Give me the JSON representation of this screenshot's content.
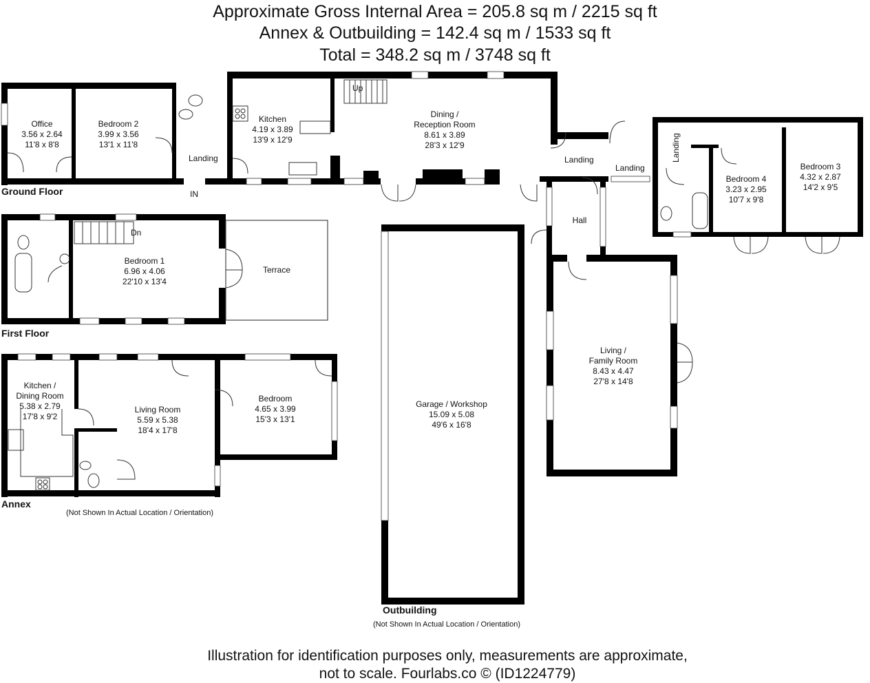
{
  "header": {
    "line1": "Approximate Gross Internal Area = 205.8 sq m / 2215 sq ft",
    "line2": "Annex & Outbuilding = 142.4 sq m / 1533 sq ft",
    "line3": "Total = 348.2 sq m / 3748 sq ft"
  },
  "footer": {
    "line1": "Illustration for identification purposes only, measurements are approximate,",
    "line2": "not to scale. Fourlabs.co © (ID1224779)"
  },
  "sections": {
    "ground_floor": "Ground Floor",
    "first_floor": "First Floor",
    "annex": "Annex",
    "annex_note": "(Not Shown In Actual Location / Orientation)",
    "outbuilding": "Outbuilding",
    "outbuilding_note": "(Not Shown In Actual Location / Orientation)"
  },
  "labels": {
    "up": "Up",
    "dn": "Dn",
    "in": "IN",
    "hall": "Hall",
    "terrace": "Terrace",
    "landing_1": "Landing",
    "landing_2": "Landing",
    "landing_3": "Landing",
    "landing_4": "Landing"
  },
  "rooms": {
    "office": {
      "name": "Office",
      "metric": "3.56 x 2.64",
      "imperial": "11'8 x 8'8"
    },
    "bedroom2": {
      "name": "Bedroom 2",
      "metric": "3.99 x 3.56",
      "imperial": "13'1 x 11'8"
    },
    "kitchen": {
      "name": "Kitchen",
      "metric": "4.19 x 3.89",
      "imperial": "13'9 x 12'9"
    },
    "dining": {
      "name1": "Dining /",
      "name2": "Reception Room",
      "metric": "8.61 x 3.89",
      "imperial": "28'3 x 12'9"
    },
    "bedroom4": {
      "name": "Bedroom 4",
      "metric": "3.23 x 2.95",
      "imperial": "10'7 x 9'8"
    },
    "bedroom3": {
      "name": "Bedroom 3",
      "metric": "4.32 x 2.87",
      "imperial": "14'2 x 9'5"
    },
    "bedroom1": {
      "name": "Bedroom 1",
      "metric": "6.96 x 4.06",
      "imperial": "22'10 x 13'4"
    },
    "living_family": {
      "name1": "Living /",
      "name2": "Family Room",
      "metric": "8.43 x 4.47",
      "imperial": "27'8 x 14'8"
    },
    "annex_kitchen": {
      "name1": "Kitchen /",
      "name2": "Dining Room",
      "metric": "5.38 x 2.79",
      "imperial": "17'8 x 9'2"
    },
    "annex_living": {
      "name": "Living Room",
      "metric": "5.59 x 5.38",
      "imperial": "18'4 x 17'8"
    },
    "annex_bedroom": {
      "name": "Bedroom",
      "metric": "4.65 x 3.99",
      "imperial": "15'3 x 13'1"
    },
    "garage": {
      "name": "Garage / Workshop",
      "metric": "15.09 x 5.08",
      "imperial": "49'6 x 16'8"
    }
  }
}
